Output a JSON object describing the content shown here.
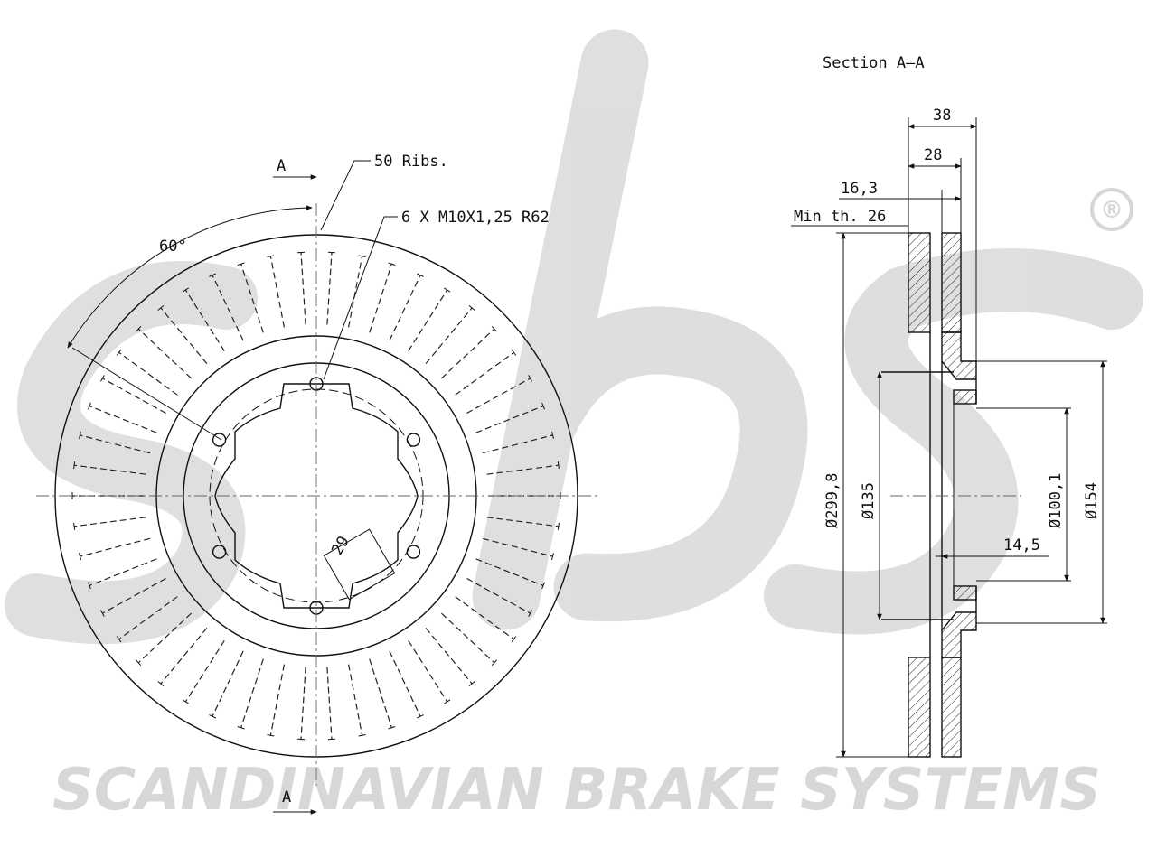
{
  "watermark": {
    "logo_text": "sbs",
    "registered_mark": "®",
    "company": "SCANDINAVIAN BRAKE SYSTEMS"
  },
  "front_view": {
    "section_marker_top": "A",
    "section_marker_bottom": "A",
    "angle_label": "60°",
    "ribs_label": "50 Ribs.",
    "bolt_pattern_label": "6 X M10X1,25 R62",
    "hub_dim": "29",
    "rib_count": 50,
    "bolt_holes": 6
  },
  "section_view": {
    "title": "Section A–A",
    "dims": {
      "overall_height": "38",
      "disc_thickness": "28",
      "offset": "16,3",
      "min_thickness": "Min th. 26",
      "outer_diameter": "Ø299,8",
      "hub_diameter": "Ø135",
      "bore_diameter": "Ø100,1",
      "bolt_circle_dia": "Ø154",
      "hub_depth": "14,5"
    }
  }
}
